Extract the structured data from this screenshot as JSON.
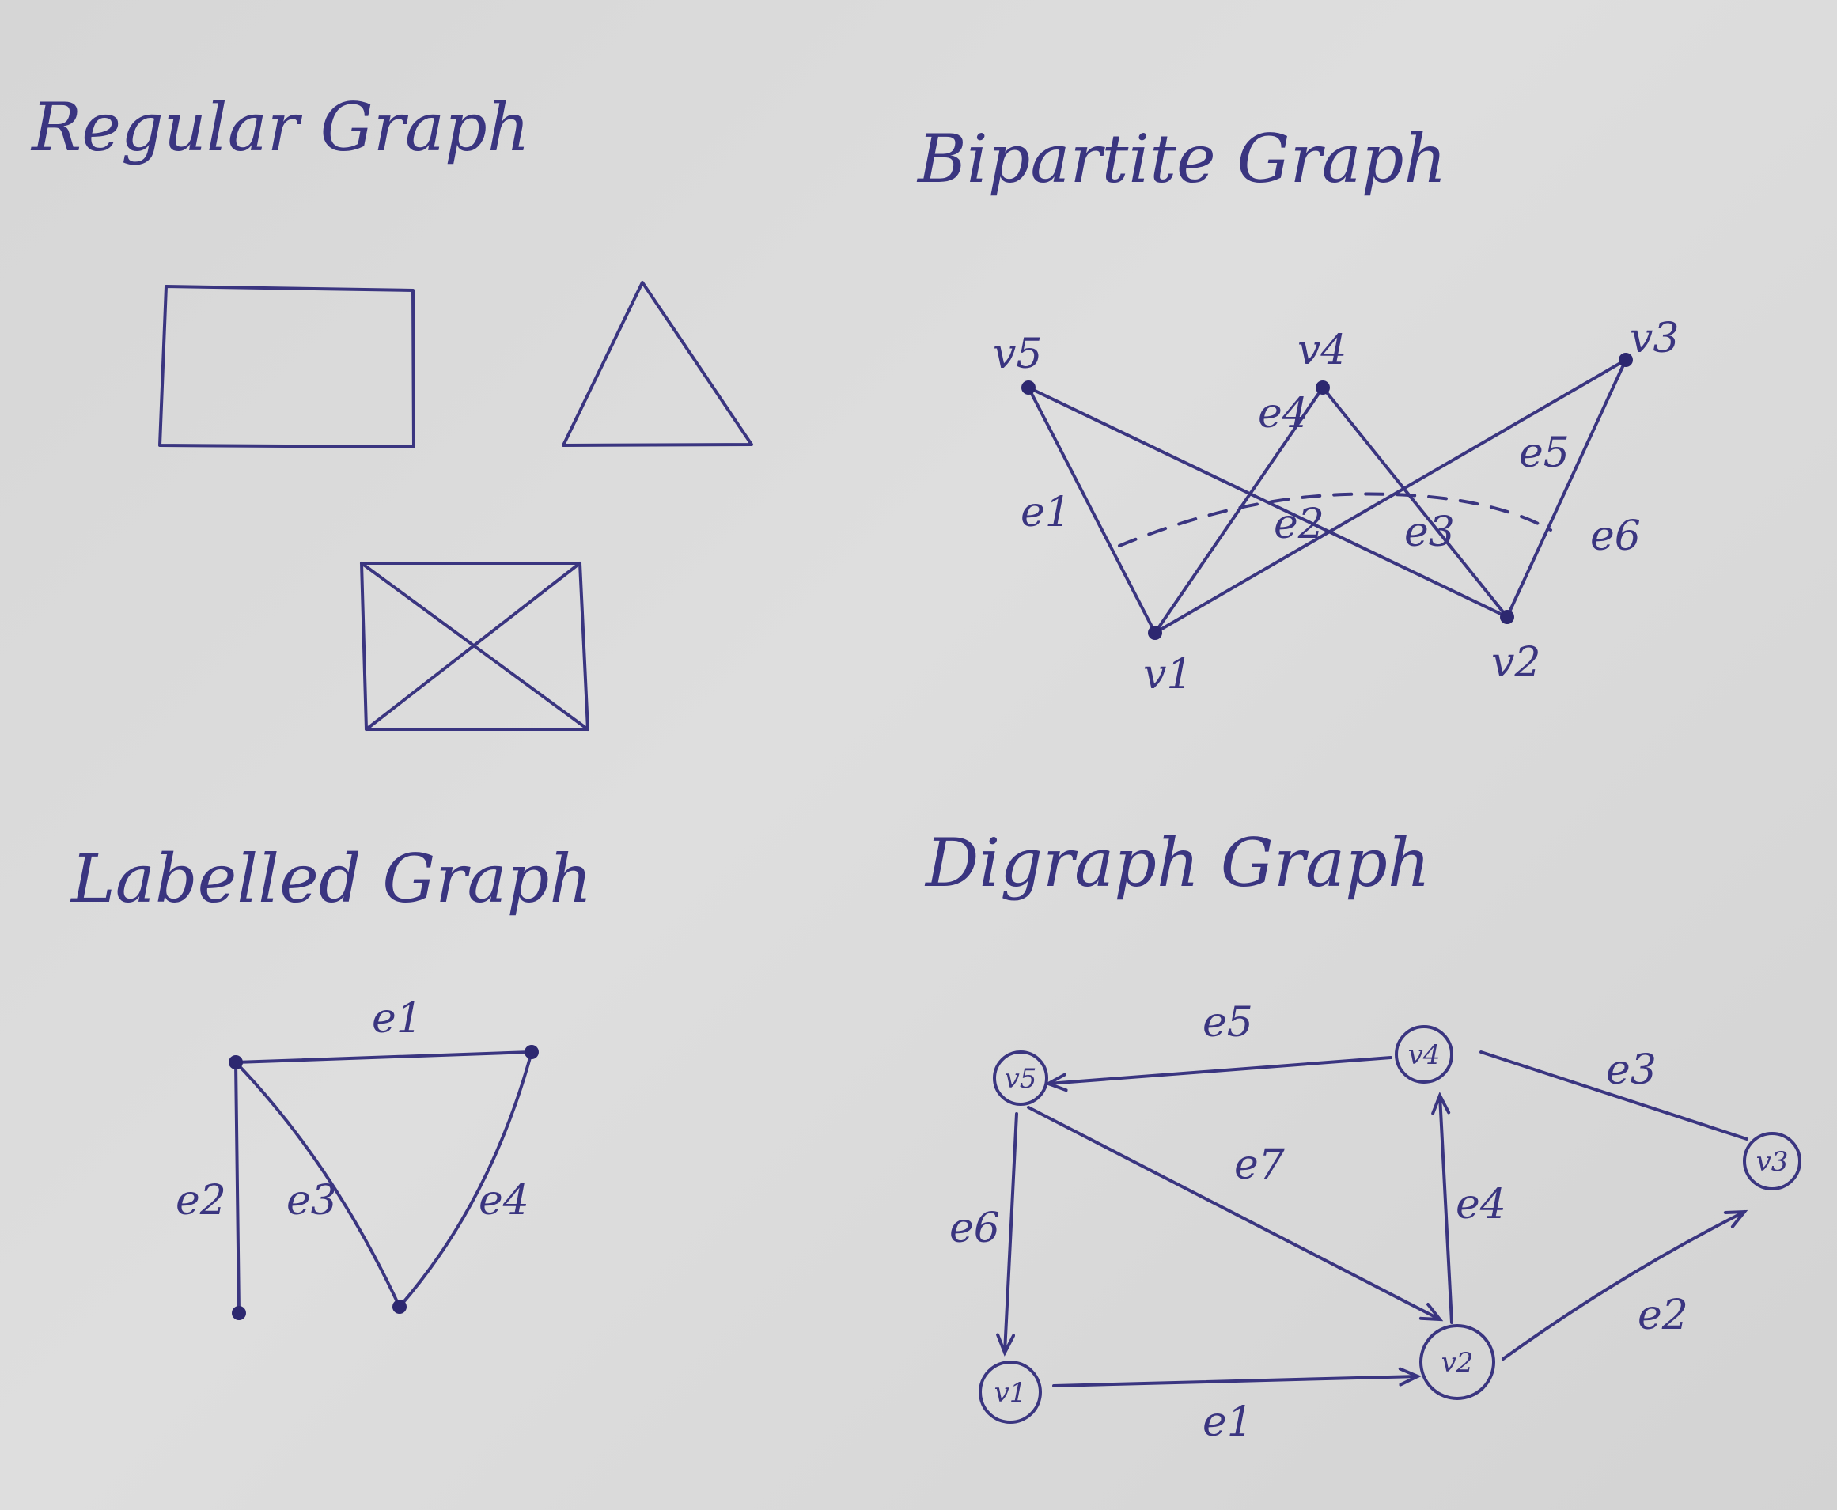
{
  "titles": {
    "regular": "Regular Graph",
    "bipartite": "Bipartite Graph",
    "labelled": "Labelled Graph",
    "digraph": "Digraph Graph"
  },
  "bipartite": {
    "vertices": {
      "v1": "v1",
      "v2": "v2",
      "v3": "v3",
      "v4": "v4",
      "v5": "v5"
    },
    "edges": {
      "e1": "e1",
      "e2": "e2",
      "e3": "e3",
      "e4": "e4",
      "e5": "e5",
      "e6": "e6"
    }
  },
  "labelled": {
    "edges": {
      "e1": "e1",
      "e2": "e2",
      "e3": "e3",
      "e4": "e4"
    }
  },
  "digraph": {
    "vertices": {
      "v1": "v1",
      "v2": "v2",
      "v3": "v3",
      "v4": "v4",
      "v5": "v5"
    },
    "edges": {
      "e1": "e1",
      "e2": "e2",
      "e3": "e3",
      "e4": "e4",
      "e5": "e5",
      "e6": "e6",
      "e7": "e7"
    }
  },
  "colors": {
    "ink": "#3a3580",
    "paper": "#d9d9d9"
  }
}
